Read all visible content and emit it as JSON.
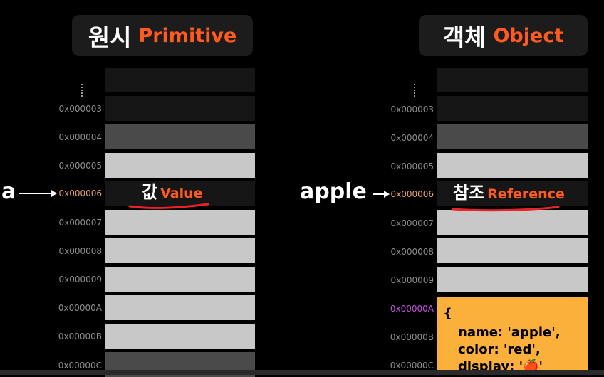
{
  "left_panel": {
    "title_ko": "원시",
    "title_en": "Primitive",
    "variable": "a",
    "cell_label_ko": "값",
    "cell_label_en": "Value",
    "addresses": [
      "0x000003",
      "0x000004",
      "0x000005",
      "0x000006",
      "0x000007",
      "0x000008",
      "0x000009",
      "0x00000A",
      "0x00000B",
      "0x00000C"
    ]
  },
  "right_panel": {
    "title_ko": "객체",
    "title_en": "Object",
    "variable": "apple",
    "cell_label_ko": "참조",
    "cell_label_en": "Reference",
    "addresses": [
      "0x000003",
      "0x000004",
      "0x000005",
      "0x000006",
      "0x000007",
      "0x000008",
      "0x000009",
      "0x00000A",
      "0x00000B",
      "0x00000C"
    ],
    "object_lines": [
      "{",
      "name: 'apple',",
      "color: 'red',",
      "display: '🍎'"
    ]
  },
  "colors": {
    "accent": "#ff5a1f",
    "highlight_address": "#e8a26a",
    "object_address": "#c44fe0",
    "object_cell": "#fbb03b",
    "underline": "#e8232a"
  }
}
